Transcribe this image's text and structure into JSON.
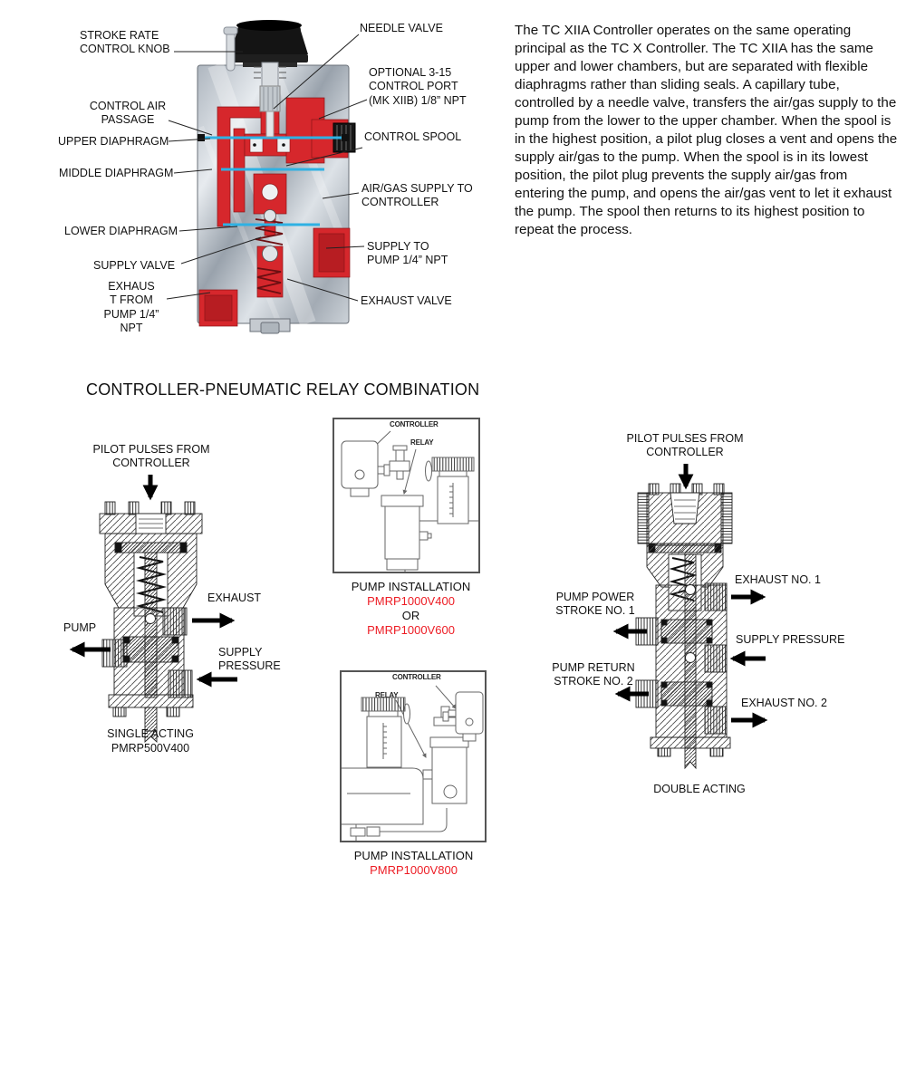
{
  "colors": {
    "model_red": "#ed1c24",
    "diagram_red": "#d6272c",
    "diaphragm_blue": "#2fb1e3"
  },
  "intro": "The TC XIIA Controller operates on the same operating principal as the TC X Controller. The TC XIIA has the same upper and lower chambers, but are separated with flexible diaphragms rather than sliding seals. A capillary tube, controlled by a needle valve, transfers the air/gas supply to the pump from the lower to the upper chamber. When the spool is in the highest position, a pilot plug closes a vent and opens the supply air/gas to the pump. When the spool is in its lowest position, the pilot plug prevents the supply air/gas from entering the pump, and opens the air/gas vent to let it exhaust the pump. The spool then returns to its highest position to repeat the process.",
  "section": {
    "heading": "CONTROLLER-PNEUMATIC RELAY COMBINATION"
  },
  "controller": {
    "labels": {
      "stroke_rate": "STROKE RATE\nCONTROL KNOB",
      "needle_valve": "NEEDLE VALVE",
      "optional_port": "OPTIONAL 3-15\nCONTROL PORT\n(MK XIIB) 1/8” NPT",
      "control_air": "CONTROL AIR\nPASSAGE",
      "upper_diaphragm": "UPPER DIAPHRAGM",
      "control_spool": "CONTROL SPOOL",
      "middle_diaphragm": "MIDDLE DIAPHRAGM",
      "air_gas_supply": "AIR/GAS SUPPLY TO\nCONTROLLER",
      "lower_diaphragm": "LOWER DIAPHRAGM",
      "supply_to_pump": "SUPPLY TO\nPUMP 1/4” NPT",
      "supply_valve": "SUPPLY VALVE",
      "exhaust_from_pump": "EXHAUS\nT FROM\nPUMP 1/4”\nNPT",
      "exhaust_valve": "EXHAUST VALVE"
    }
  },
  "single": {
    "pilot_pulses": "PILOT PULSES FROM\nCONTROLLER",
    "exhaust": "EXHAUST",
    "pump": "PUMP",
    "supply_pressure": "SUPPLY\nPRESSURE",
    "caption": "SINGLE ACTING\nPMRP500V400"
  },
  "install1": {
    "controller_label": "CONTROLLER",
    "relay_label": "RELAY",
    "caption": "PUMP INSTALLATION",
    "model_a": "PMRP1000V400",
    "or_text": "OR",
    "model_b": "PMRP1000V600"
  },
  "install2": {
    "controller_label": "CONTROLLER",
    "relay_label": "RELAY",
    "caption": "PUMP INSTALLATION",
    "model": "PMRP1000V800"
  },
  "double": {
    "pilot_pulses": "PILOT PULSES FROM\nCONTROLLER",
    "exhaust_1": "EXHAUST NO. 1",
    "power_stroke": "PUMP POWER\nSTROKE NO. 1",
    "supply_pressure": "SUPPLY PRESSURE",
    "return_stroke": "PUMP RETURN\nSTROKE NO. 2",
    "exhaust_2": "EXHAUST NO. 2",
    "caption": "DOUBLE ACTING"
  }
}
